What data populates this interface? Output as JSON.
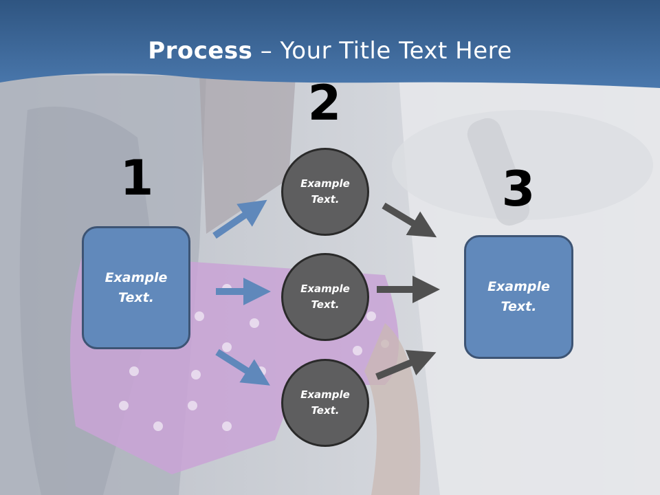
{
  "title": {
    "bold": "Process",
    "rest": " – Your Title Text Here"
  },
  "steps": [
    {
      "number": "1",
      "label_line1": "Example",
      "label_line2": "Text."
    },
    {
      "number": "2",
      "items": [
        {
          "line1": "Example",
          "line2": "Text."
        },
        {
          "line1": "Example",
          "line2": "Text."
        },
        {
          "line1": "Example",
          "line2": "Text."
        }
      ]
    },
    {
      "number": "3",
      "label_line1": "Example",
      "label_line2": "Text."
    }
  ],
  "colors": {
    "header": "#3c6696",
    "box_fill": "#6189bb",
    "circle_fill": "#5e5e5f",
    "blue_arrow": "#5f88bb",
    "gray_arrow": "#505050"
  }
}
